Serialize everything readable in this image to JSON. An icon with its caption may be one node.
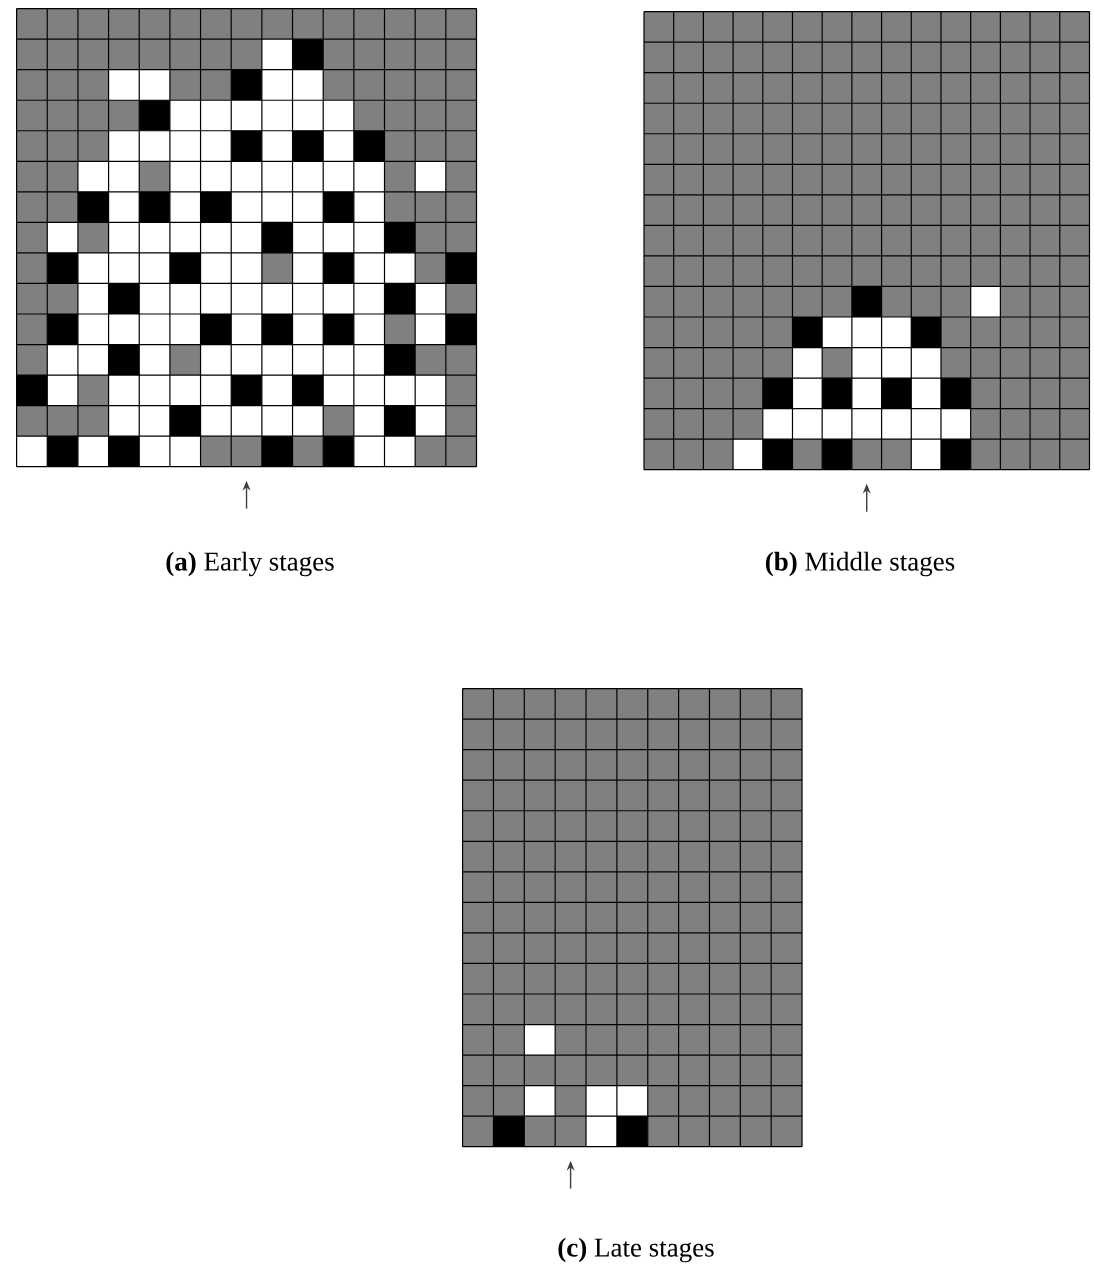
{
  "diagram": {
    "labels": [
      "**(a)** Early stages",
      "**(b)** Middle stages",
      "**(c)** Late stages"
    ]
  }
}
